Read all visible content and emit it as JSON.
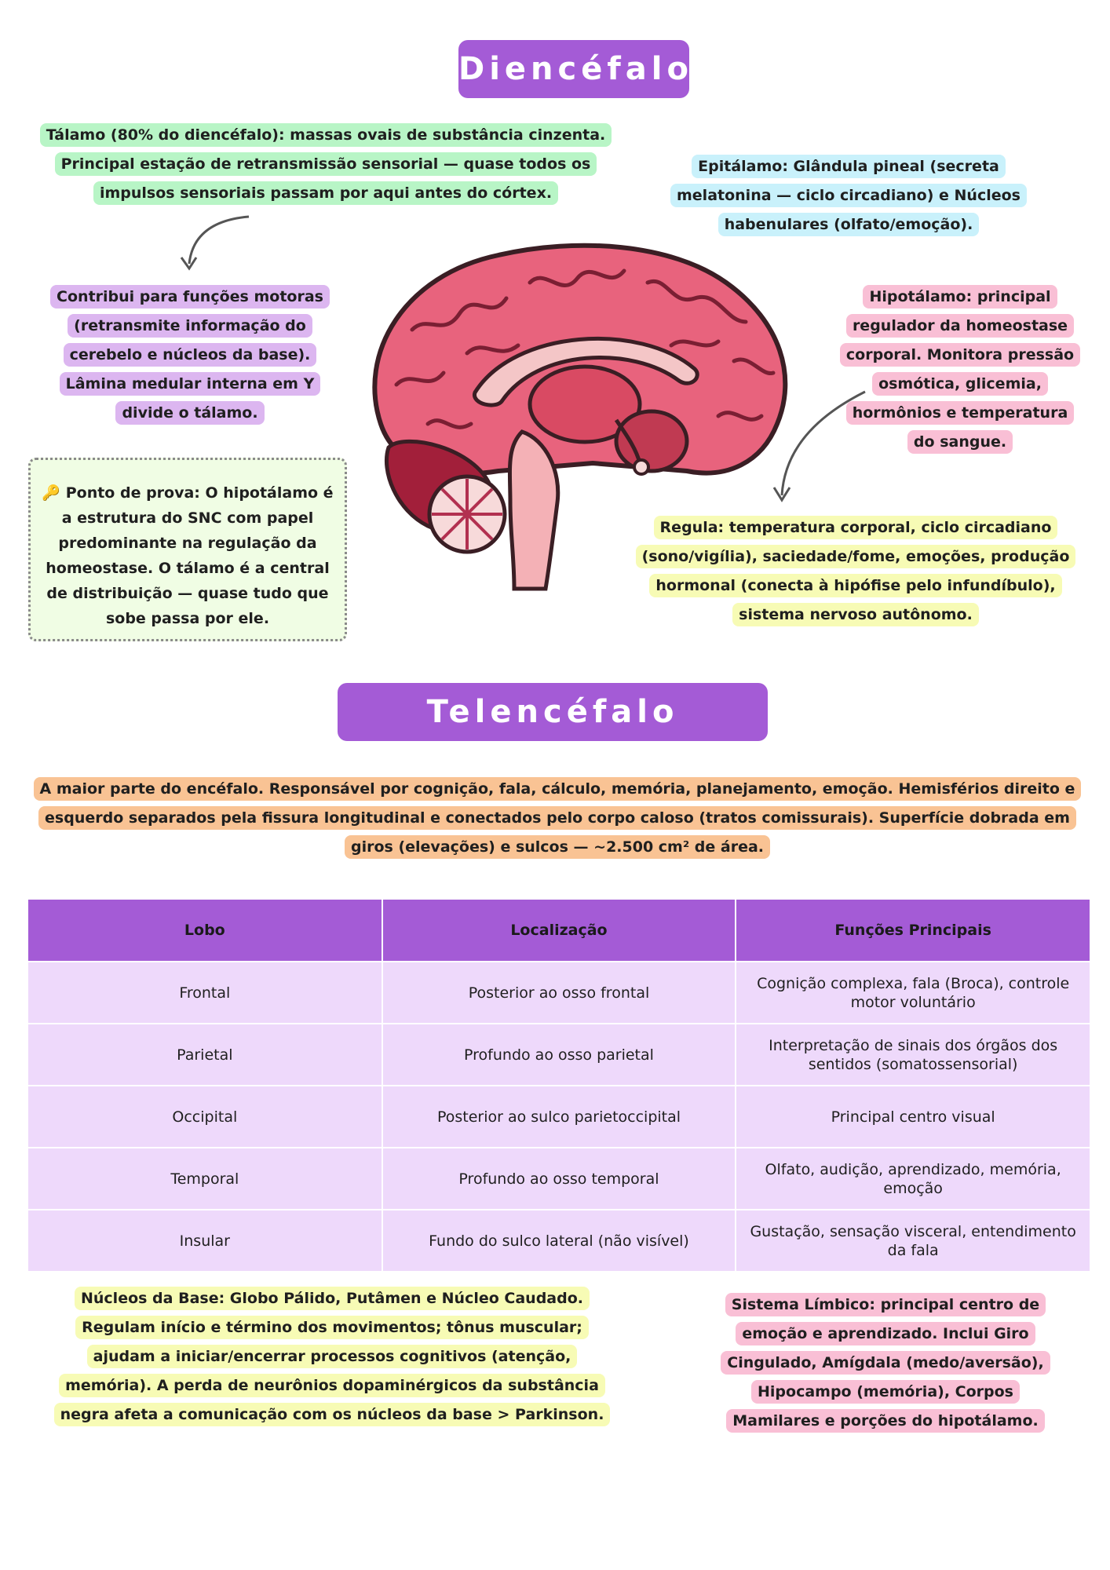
{
  "sections": {
    "diencefalo_title": "Diencéfalo",
    "telencefalo_title": "Telencéfalo (Cérebro)"
  },
  "diencefalo": {
    "talamo": "Tálamo (80% do diencéfalo): massas ovais de substância cinzenta. Principal estação de retransmissão sensorial — quase todos os impulsos sensoriais passam por aqui antes do córtex.",
    "epitalamo": "Epitálamo: Glândula pineal (secreta melatonina — ciclo circadiano) e Núcleos habenulares (olfato/emoção).",
    "talamo_motor": "Contribui para funções motoras (retransmite informação do cerebelo e núcleos da base). Lâmina medular interna em Y divide o tálamo.",
    "hipotalamo": "Hipotálamo: principal regulador da homeostase corporal. Monitora pressão osmótica, glicemia, hormônios e temperatura do sangue.",
    "tip_icon": "🔑",
    "tip": "Ponto de prova: O hipotálamo é a estrutura do SNC com papel predominante na regulação da homeostase. O tálamo é a central de distribuição — quase tudo que sobe passa por ele.",
    "regula": "Regula: temperatura corporal, ciclo circadiano (sono/vigília), saciedade/fome, emoções, produção hormonal (conecta à hipófise pelo infundíbulo), sistema nervoso autônomo."
  },
  "telencefalo": {
    "intro": "A maior parte do encéfalo. Responsável por cognição, fala, cálculo, memória, planejamento, emoção. Hemisférios direito e esquerdo separados pela fissura longitudinal e conectados pelo corpo caloso (tratos comissurais). Superfície dobrada em giros (elevações) e sulcos — ~2.500 cm² de área.",
    "nucleos_base": "Núcleos da Base: Globo Pálido, Putâmen e Núcleo Caudado. Regulam início e término dos movimentos; tônus muscular; ajudam a iniciar/encerrar processos cognitivos (atenção, memória). A perda de neurônios dopaminérgicos da substância negra afeta a comunicação com os núcleos da base > Parkinson.",
    "limbico": "Sistema Límbico: principal centro de emoção e aprendizado. Inclui Giro Cingulado, Amígdala (medo/aversão), Hipocampo (memória), Corpos Mamilares e porções do hipotálamo."
  },
  "table": {
    "headers": [
      "Lobo",
      "Localização",
      "Funções Principais"
    ],
    "rows": [
      [
        "Frontal",
        "Posterior ao osso frontal",
        "Cognição complexa, fala (Broca), controle motor voluntário"
      ],
      [
        "Parietal",
        "Profundo ao osso parietal",
        "Interpretação de sinais dos órgãos dos sentidos (somatossensorial)"
      ],
      [
        "Occipital",
        "Posterior ao sulco parietoccipital",
        "Principal centro visual"
      ],
      [
        "Temporal",
        "Profundo ao osso temporal",
        "Olfato, audição, aprendizado, memória, emoção"
      ],
      [
        "Insular",
        "Fundo do sulco lateral (não visível)",
        "Gustação, sensação visceral, entendimento da fala"
      ]
    ]
  },
  "colors": {
    "accent": "#a45bd6",
    "green": "#b8f5c6",
    "blue": "#c9f1fb",
    "purple": "#dcb6f0",
    "pink": "#f9bfd5",
    "yellow": "#f7fbb5",
    "orange": "#f9c394",
    "table_cell": "#eed9fb"
  },
  "icons": [
    "key-icon",
    "brain-sagittal-illustration",
    "curved-arrow-icon"
  ]
}
